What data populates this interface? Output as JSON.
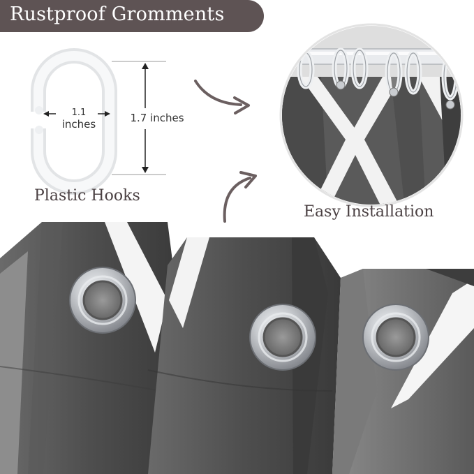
{
  "banner": {
    "title": "Rustproof Gromments"
  },
  "hook": {
    "width_value": "1.1",
    "width_unit": "inches",
    "height_label": "1.7 inches",
    "caption": "Plastic Hooks"
  },
  "installation": {
    "caption": "Easy Installation"
  },
  "colors": {
    "banner_bg": "#5e5354",
    "arrow": "#6b5f60",
    "curtain_dark": "#4a4a4a",
    "curtain_light": "#f2f2f2",
    "grommet": "#b9bcc0"
  }
}
